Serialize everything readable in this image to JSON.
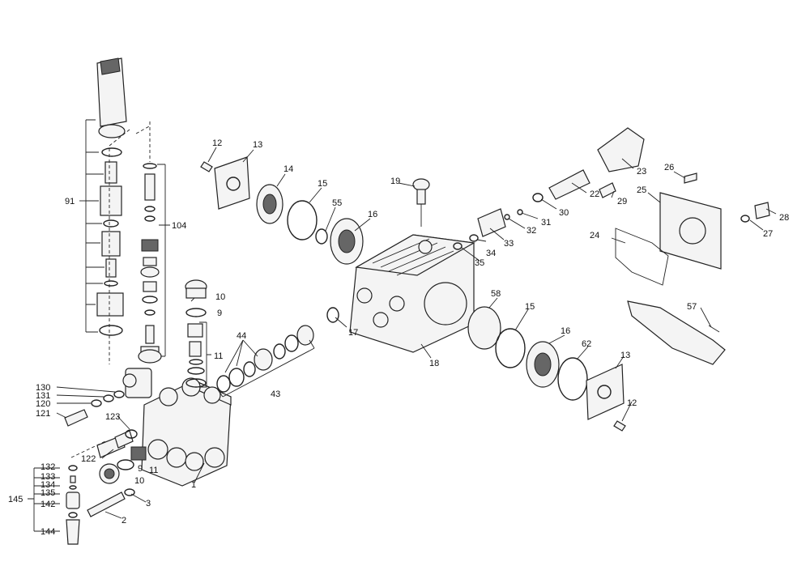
{
  "labels": {
    "l1": "1",
    "l2": "2",
    "l3": "3",
    "l9a": "9",
    "l9b": "9",
    "l10a": "10",
    "l10b": "10",
    "l11a": "11",
    "l11b": "11",
    "l12a": "12",
    "l12b": "12",
    "l13a": "13",
    "l13b": "13",
    "l14": "14",
    "l15a": "15",
    "l15b": "15",
    "l16a": "16",
    "l16b": "16",
    "l17": "17",
    "l18": "18",
    "l19": "19",
    "l22": "22",
    "l23": "23",
    "l24": "24",
    "l25": "25",
    "l26": "26",
    "l27": "27",
    "l28": "28",
    "l29": "29",
    "l30": "30",
    "l31": "31",
    "l32": "32",
    "l33": "33",
    "l34": "34",
    "l35": "35",
    "l43": "43",
    "l44": "44",
    "l55": "55",
    "l57": "57",
    "l58": "58",
    "l62": "62",
    "l91": "91",
    "l104": "104",
    "l120": "120",
    "l121": "121",
    "l122": "122",
    "l123": "123",
    "l130": "130",
    "l131": "131",
    "l132": "132",
    "l133": "133",
    "l134": "134",
    "l135": "135",
    "l142": "142",
    "l144": "144",
    "l145": "145"
  }
}
